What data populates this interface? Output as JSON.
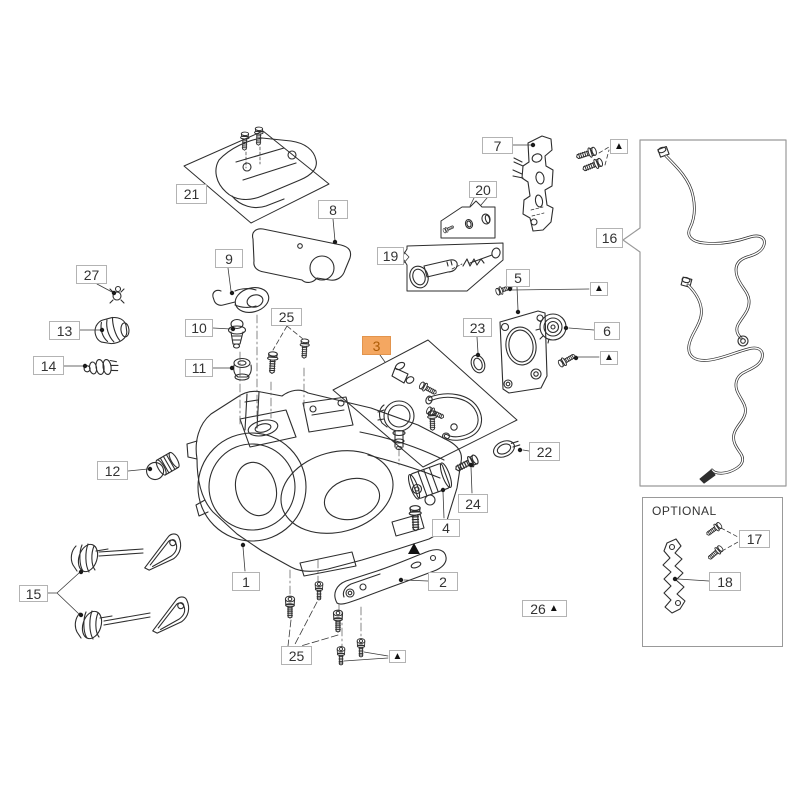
{
  "page": {
    "background": "#ffffff"
  },
  "colors": {
    "line": "#2e2e2e",
    "leader": "#3a3a3a",
    "label_border": "#b3b3b3",
    "label_bg": "#ffffff",
    "label_text": "#333333",
    "box_border": "#999999",
    "highlight_bg": "#f4a761",
    "highlight_border": "#e2944d",
    "highlight_text": "#ad5c06"
  },
  "glyphs": {
    "triangle": "▲"
  },
  "panels": {
    "optional_title": "OPTIONAL"
  },
  "labels": {
    "n1": "1",
    "n2": "2",
    "n3": "3",
    "n4": "4",
    "n5": "5",
    "n6": "6",
    "n7": "7",
    "n8": "8",
    "n9": "9",
    "n10": "10",
    "n11": "11",
    "n12": "12",
    "n13": "13",
    "n14": "14",
    "n15": "15",
    "n16": "16",
    "n17": "17",
    "n18": "18",
    "n19": "19",
    "n20": "20",
    "n21": "21",
    "n22": "22",
    "n23": "23",
    "n24": "24",
    "n25_top": "25",
    "n25_bottom": "25",
    "n26": "26",
    "n27": "27"
  }
}
